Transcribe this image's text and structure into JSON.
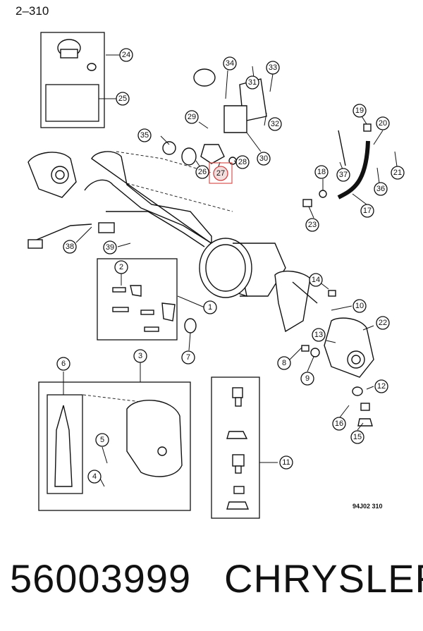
{
  "page_ref": "2–310",
  "part_number": "56003999",
  "brand": "CHRYSLER",
  "figure_code": "94J02 310",
  "highlight_color": "#d9534f",
  "callouts": [
    "1",
    "2",
    "3",
    "4",
    "5",
    "6",
    "7",
    "8",
    "9",
    "10",
    "11",
    "12",
    "13",
    "14",
    "15",
    "16",
    "17",
    "18",
    "19",
    "20",
    "21",
    "22",
    "23",
    "24",
    "25",
    "26",
    "27",
    "28",
    "29",
    "30",
    "31",
    "32",
    "33",
    "34",
    "35",
    "36",
    "37",
    "38",
    "39"
  ],
  "highlighted_callout": "27"
}
